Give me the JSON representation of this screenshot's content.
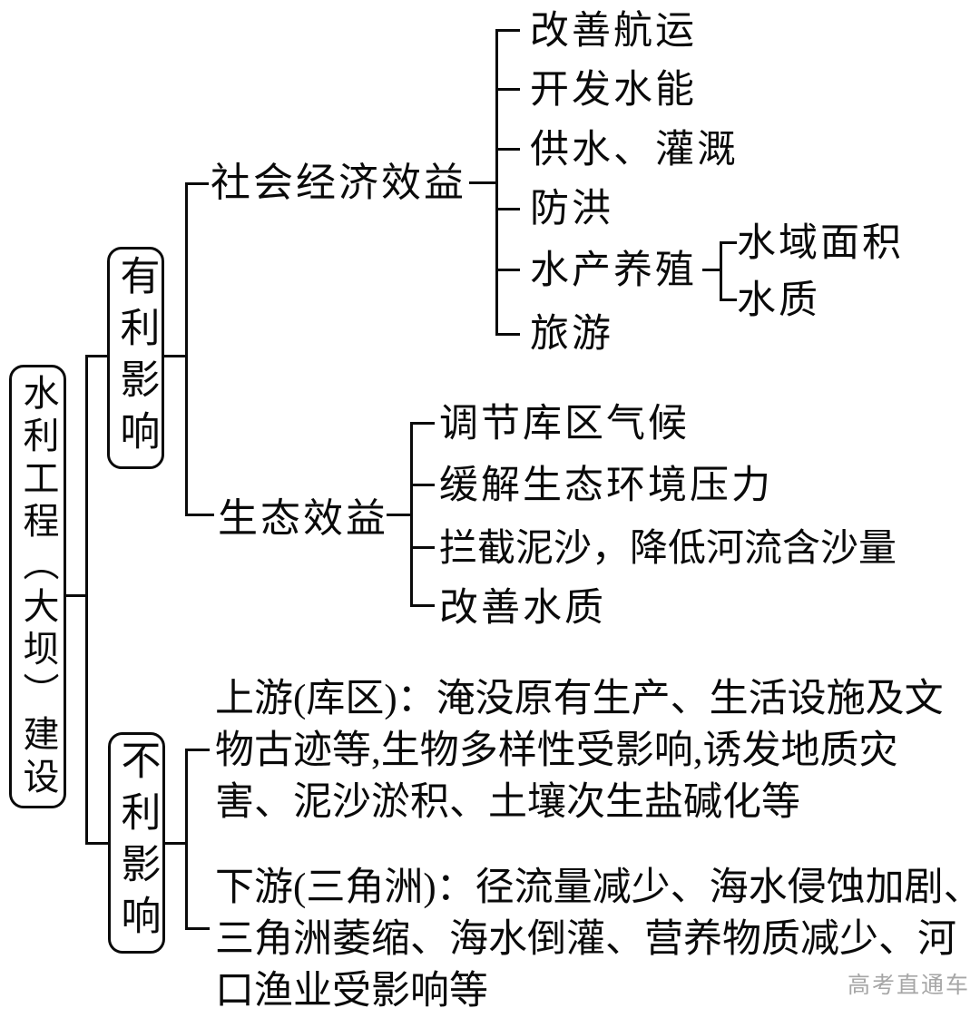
{
  "diagram": {
    "root": "水利工程（大坝）建设",
    "favorable": {
      "label": "有利影响",
      "socio_economic": {
        "label": "社会经济效益",
        "items": [
          "改善航运",
          "开发水能",
          "供水、灌溉",
          "防洪",
          "水产养殖",
          "旅游"
        ],
        "aquaculture_factors": [
          "水域面积",
          "水质"
        ]
      },
      "ecological": {
        "label": "生态效益",
        "items": [
          "调节库区气候",
          "缓解生态环境压力",
          "拦截泥沙，降低河流含沙量",
          "改善水质"
        ]
      }
    },
    "unfavorable": {
      "label": "不利影响",
      "upstream_lines": [
        "上游(库区)：淹没原有生产、生活设施及文",
        "物古迹等,生物多样性受影响,诱发地质灾",
        "害、泥沙淤积、土壤次生盐碱化等"
      ],
      "downstream_lines": [
        "下游(三角洲)：径流量减少、海水侵蚀加剧、",
        "三角洲萎缩、海水倒灌、营养物质减少、河",
        "口渔业受影响等"
      ]
    },
    "watermark": "高考直通车"
  },
  "colors": {
    "ink": "#0a0a0a",
    "watermark": "#a6a6a6",
    "background": "#ffffff"
  }
}
